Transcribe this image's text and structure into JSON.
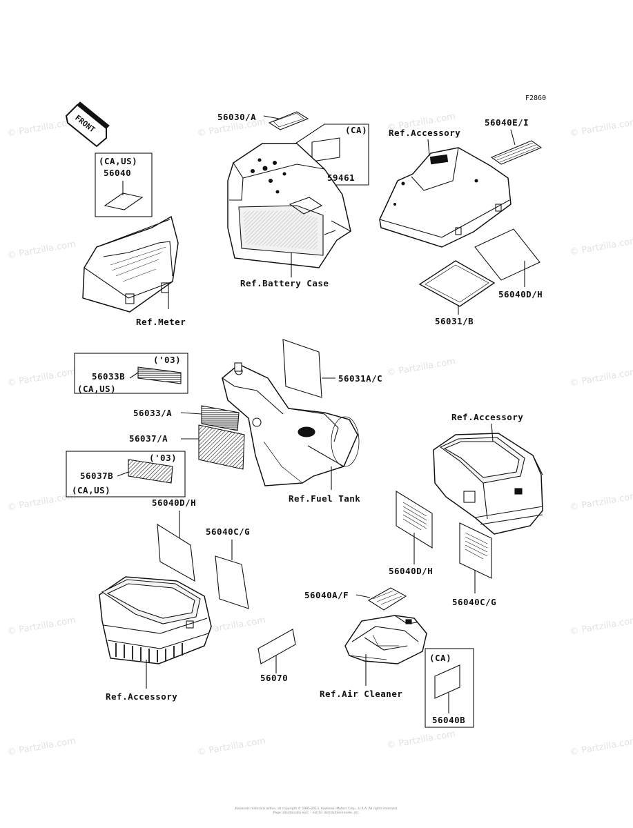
{
  "figure_id": "F2860",
  "watermark": "© Partzilla.com",
  "front_tag": "FRONT",
  "labels": {
    "p56030": "56030/A",
    "p59461": "59461",
    "p59461_region": "(CA)",
    "p56040": "56040",
    "p56040_region": "(CA,US)",
    "ref_accessory_1": "Ref.Accessory",
    "p56040ei": "56040E/I",
    "ref_battery_case": "Ref.Battery Case",
    "ref_meter": "Ref.Meter",
    "p56040dh_1": "56040D/H",
    "p56031b": "56031/B",
    "p56033b_year": "('03)",
    "p56033b": "56033B",
    "p56033b_region": "(CA,US)",
    "p56031ac": "56031A/C",
    "p56033a": "56033/A",
    "p56037a": "56037/A",
    "p56037b_year": "('03)",
    "p56037b": "56037B",
    "p56037b_region": "(CA,US)",
    "ref_fuel_tank": "Ref.Fuel Tank",
    "ref_accessory_2": "Ref.Accessory",
    "p56040dh_2": "56040D/H",
    "p56040cg_1": "56040C/G",
    "p56040dh_3": "56040D/H",
    "p56040af": "56040A/F",
    "p56040cg_2": "56040C/G",
    "p56070": "56070",
    "ref_air_cleaner": "Ref.Air Cleaner",
    "ref_accessory_3": "Ref.Accessory",
    "p56040b_region": "(CA)",
    "p56040b": "56040B"
  },
  "footer": {
    "line1": "Kawasaki materials within, all copyright © 1995-2013, Kawasaki Motors Corp., U.S.A. All rights reserved.",
    "line2": "Page intentionally excl. - not for distribution/resale, etc."
  }
}
